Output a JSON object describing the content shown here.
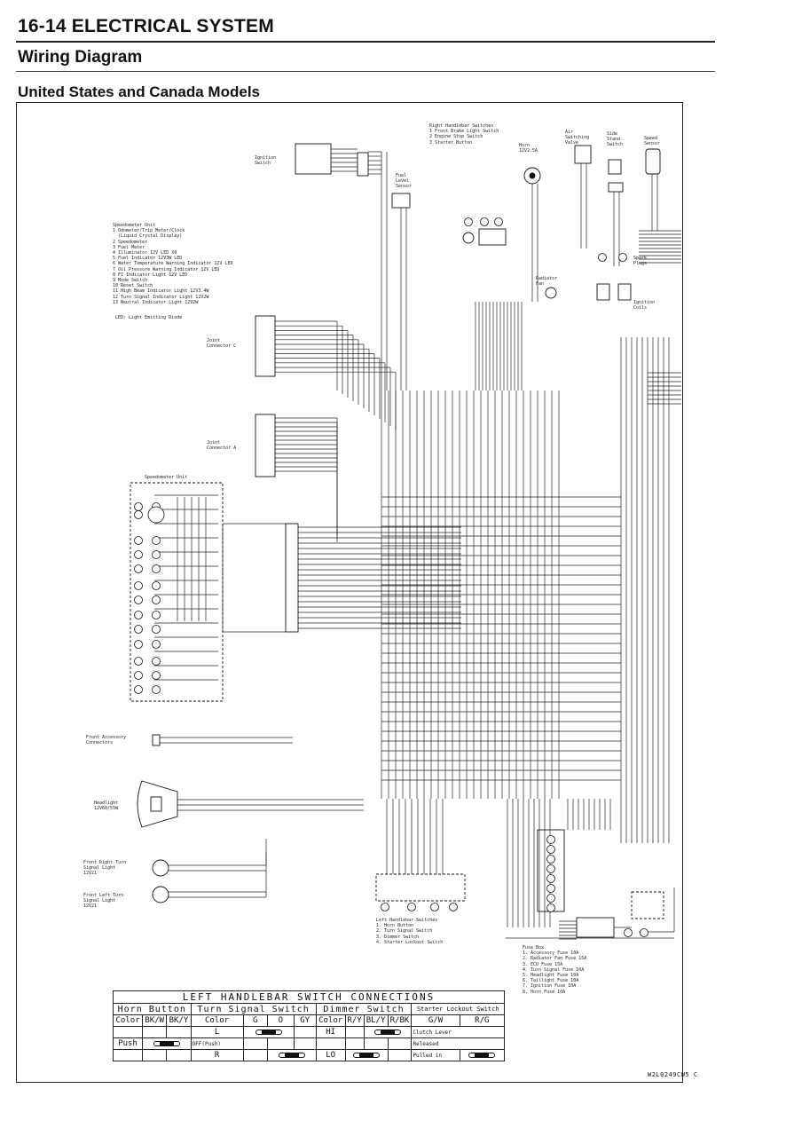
{
  "header": {
    "section": "16-14 ELECTRICAL SYSTEM",
    "title": "Wiring Diagram",
    "subtitle": "United States and Canada Models"
  },
  "labels": {
    "right_handlebar": "Right Handlebar Switches\n1 Front Brake Light Switch\n2 Engine Stop Switch\n3 Starter Button",
    "horn": "Horn\n12V2.5A",
    "air_switching": "Air\nSwitching\nValve",
    "side_stand": "Side\nStand\nSwitch",
    "speed_sensor": "Speed\nSensor",
    "ignition_switch": "Ignition\nSwitch",
    "fuel_level": "Fuel\nLevel\nSensor",
    "spark_plugs": "Spark\nPlugs",
    "radiator_fan": "Radiator\nFan",
    "ignition_coils": "Ignition\nCoils",
    "speedometer_legend": "Speedometer Unit\n1 Odometer/Trip Meter/Clock\n  (Liquid Crystal Display)\n2 Speedometer\n3 Fuel Meter\n4 Illuminator 12V LED X8\n5 Fuel Indicator 12V3W LED\n6 Water Temperature Warning Indicator 12V LED\n7 Oil Pressure Warning Indicator 12V LED\n8 FI Indicator Light 12V LED\n9 Mode Switch\n10 Reset Switch\n11 High Beam Indicator Light 12V3.4W\n12 Turn Signal Indicator Light 12V2W\n13 Neutral Indicator Light 12V2W",
    "led_note": "LED: Light Emitting Diode",
    "joint_c": "Joint\nConnector C",
    "joint_a": "Joint\nConnector A",
    "speedometer_unit": "Speedometer Unit",
    "front_accessory": "Front Accessory\nConnectors",
    "headlight": "Headlight\n12V60/55W",
    "front_right_turn": "Front Right Turn\nSignal Light\n12V21",
    "front_left_turn": "Front Left Turn\nSignal Light\n12V21",
    "left_handlebar": "Left Handlebar Switches\n1. Horn Button\n2. Turn Signal Switch\n3. Dimmer Switch\n4. Starter Lockout Switch",
    "fuse_box": "Fuse Box\n1. Accessory Fuse 10A\n2. Radiator Fan Fuse 15A\n3. ECU Fuse 15A\n4. Turn Signal Fuse 10A\n5. Headlight Fuse 10A\n6. Taillight Fuse 10A\n7. Ignition Fuse 10A\n8. Horn Fuse 10A"
  },
  "table": {
    "title": "LEFT HANDLEBAR SWITCH CONNECTIONS",
    "groups": [
      "Horn Button",
      "Turn Signal Switch",
      "Dimmer Switch",
      "Starter Lockout Switch"
    ],
    "color_label": "Color",
    "horn_cols": [
      "BK/W",
      "BK/Y"
    ],
    "turn_cols": [
      "G",
      "O",
      "GY"
    ],
    "dimmer_cols": [
      "R/Y",
      "BL/Y",
      "R/BK"
    ],
    "lockout_cols": [
      "G/W",
      "R/G"
    ],
    "horn_push": "Push",
    "turn_rows": [
      "L",
      "OFF(Push)",
      "R"
    ],
    "dimmer_rows": [
      "HI",
      "LO"
    ],
    "lockout_rows": [
      "Clutch Lever",
      "Released",
      "Pulled in"
    ]
  },
  "drawing_code": "W2L0249CW5 C"
}
